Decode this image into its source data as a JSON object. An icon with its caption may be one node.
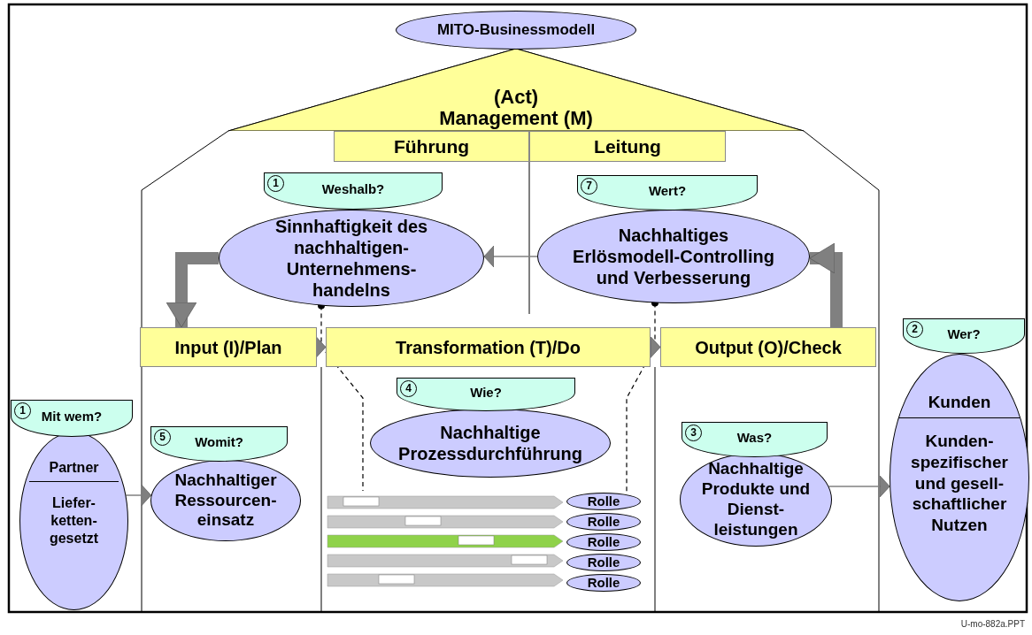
{
  "diagram": {
    "nodes": [
      {
        "text": [
          "MITO-Businessmodell"
        ]
      },
      {
        "text": [
          "(Act)",
          "Management (M)"
        ]
      },
      {
        "text": [
          "Führung"
        ]
      },
      {
        "text": [
          "Leitung"
        ]
      },
      {
        "text": [
          "1",
          "Weshalb?"
        ]
      },
      {
        "text": [
          "Sinnhaftigkeit des nachhaltigen- Unternehmens- handelns"
        ]
      },
      {
        "text": [
          "7",
          "Wert?"
        ]
      },
      {
        "text": [
          "Nachhaltiges Erlösmodell-Controlling und Verbesserung"
        ]
      },
      {
        "text": [
          "Input (I)/Plan"
        ]
      },
      {
        "text": [
          "Transformation (T)/Do"
        ]
      },
      {
        "text": [
          "Output (O)/Check"
        ]
      },
      {
        "text": [
          "2",
          "Wer?"
        ]
      },
      {
        "text": [
          "Kunden",
          "Kunden- spezifischer und gesell- schaftlicher Nutzen"
        ]
      },
      {
        "text": [
          "1",
          "Mit wem?"
        ]
      },
      {
        "text": [
          "Partner",
          "Liefer- ketten- gesetzt"
        ]
      },
      {
        "text": [
          "5",
          "Womit?"
        ]
      },
      {
        "text": [
          "Nachhaltiger Ressourcen- einsatz"
        ]
      },
      {
        "text": [
          "4",
          "Wie?"
        ]
      },
      {
        "text": [
          "Nachhaltige Prozessdurchführung"
        ]
      },
      {
        "text": [],
        "shape": "picture"
      },
      {
        "text": [
          "Rolle"
        ]
      },
      {
        "text": [
          "Rolle"
        ]
      },
      {
        "text": [
          "Rolle"
        ]
      },
      {
        "text": [
          "Rolle"
        ]
      },
      {
        "text": [
          "Rolle"
        ]
      },
      {
        "text": [
          "3",
          "Was?"
        ]
      },
      {
        "text": [
          "Nachhaltige Produkte und Dienst- leistungen"
        ]
      }
    ],
    "edges": [
      {
        "from": 5,
        "to": 19,
        "arrow": "other",
        "style": "dashed",
        "color": "#000000"
      },
      {
        "from": 7,
        "to": 20,
        "arrow": "other",
        "style": "dashed",
        "color": "#000000"
      },
      {
        "from": 14,
        "to": 16,
        "arrow": "to"
      },
      {
        "from": 26,
        "to": 12,
        "arrow": "to"
      },
      {
        "from": 8,
        "to": 9,
        "arrow": "to"
      },
      {
        "from": 9,
        "to": 10,
        "arrow": "to"
      },
      {
        "from": 7,
        "to": 5,
        "arrow": "to"
      },
      {
        "from": 5,
        "to": 8,
        "arrow": "to",
        "style": "thick"
      },
      {
        "from": 10,
        "to": 7,
        "arrow": "to",
        "style": "thick"
      }
    ],
    "labels": [
      "U-mo-882a.PPT"
    ]
  }
}
